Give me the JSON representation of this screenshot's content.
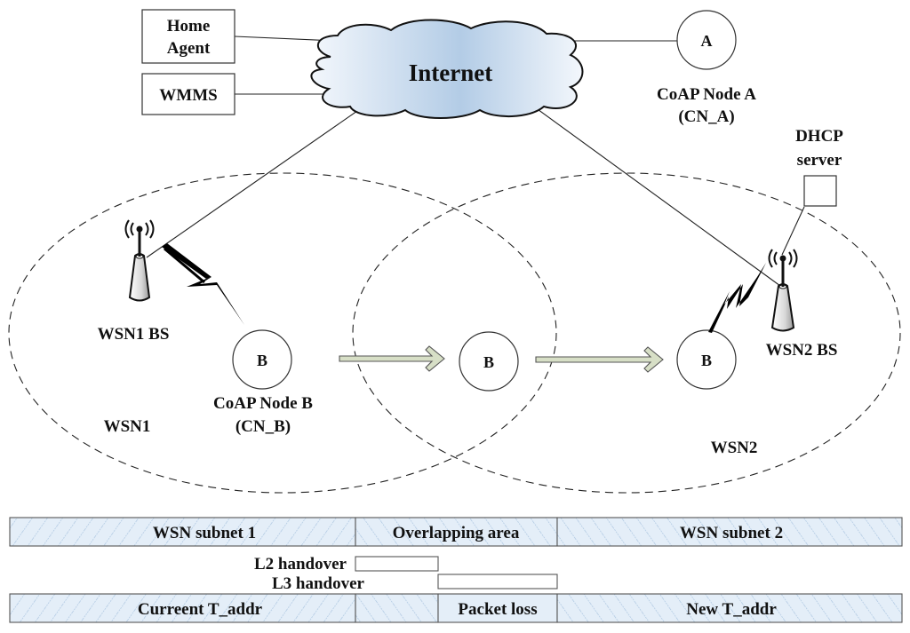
{
  "cloud": {
    "label": "Internet"
  },
  "servers": {
    "home_agent": {
      "line1": "Home",
      "line2": "Agent"
    },
    "wmms": {
      "label": "WMMS"
    },
    "dhcp": {
      "line1": "DHCP",
      "line2": "server"
    }
  },
  "nodes": {
    "node_a": {
      "letter": "A",
      "line1": "CoAP Node A",
      "line2": "(CN_A)"
    },
    "node_b": {
      "letter": "B",
      "line1": "CoAP Node B",
      "line2": "(CN_B)"
    },
    "node_b_mid": {
      "letter": "B"
    },
    "node_b_new": {
      "letter": "B"
    }
  },
  "base_stations": {
    "bs1": {
      "label": "WSN1 BS"
    },
    "bs2": {
      "label": "WSN2 BS"
    }
  },
  "networks": {
    "wsn1": {
      "label": "WSN1"
    },
    "wsn2": {
      "label": "WSN2"
    }
  },
  "timeline": {
    "areas": [
      {
        "label": "WSN subnet 1"
      },
      {
        "label": "Overlapping area"
      },
      {
        "label": "WSN subnet 2"
      }
    ],
    "handovers": [
      {
        "label": "L2 handover"
      },
      {
        "label": "L3 handover"
      }
    ],
    "addresses": [
      {
        "label": "Curreent T_addr"
      },
      {
        "label": ""
      },
      {
        "label": "Packet loss"
      },
      {
        "label": "New T_addr"
      }
    ]
  },
  "colors": {
    "hatch_bg": "#e4eef8",
    "hatch_line": "#a9c4e0",
    "cloud_dark": "#b3cce6",
    "cloud_light": "#f3f7fc",
    "arrow_fill": "#d7dfc6"
  }
}
